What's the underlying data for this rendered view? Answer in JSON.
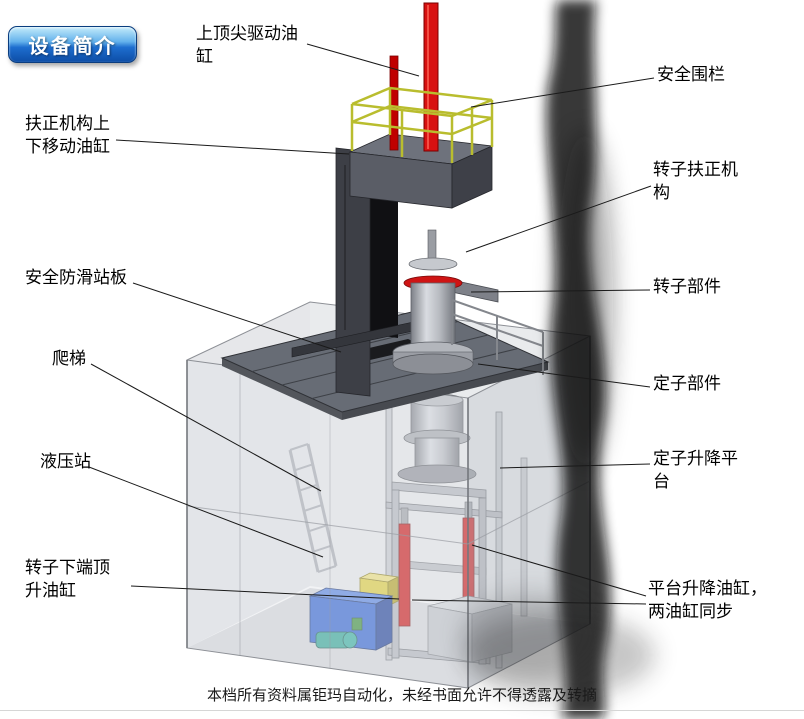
{
  "badge": {
    "label": "设备简介"
  },
  "labels": [
    {
      "name": "top-center-drive-cylinder",
      "text": "上顶尖驱动油\n缸"
    },
    {
      "name": "safety-fence",
      "text": "安全围栏"
    },
    {
      "name": "centering-mechanism-move-cylinder",
      "text": "扶正机构上\n下移动油缸"
    },
    {
      "name": "rotor-centering-mechanism",
      "text": "转子扶正机\n构"
    },
    {
      "name": "anti-slip-standing-board",
      "text": "安全防滑站板"
    },
    {
      "name": "rotor-component",
      "text": "转子部件"
    },
    {
      "name": "ladder",
      "text": "爬梯"
    },
    {
      "name": "stator-component",
      "text": "定子部件"
    },
    {
      "name": "hydraulic-station",
      "text": "液压站"
    },
    {
      "name": "stator-lift-platform",
      "text": "定子升降平\n台"
    },
    {
      "name": "rotor-bottom-jack-cylinder",
      "text": "转子下端顶\n升油缸"
    },
    {
      "name": "platform-lift-cylinders",
      "text": "平台升降油缸，\n两油缸同步"
    }
  ],
  "footer": {
    "text": "本档所有资料属钜玛自动化，未经书面允许不得透露及转摘"
  },
  "colors": {
    "badge_blue": "#1565c8",
    "cylinder_red": "#cf1414",
    "railing_yellow": "#b9bd2e",
    "hydraulic_blue": "#2f62d4",
    "machine_gray": "#8c8f96"
  },
  "illustration": {
    "description": "3D CAD isometric view of rotor-stator lifting machine inside transparent enclosure"
  }
}
